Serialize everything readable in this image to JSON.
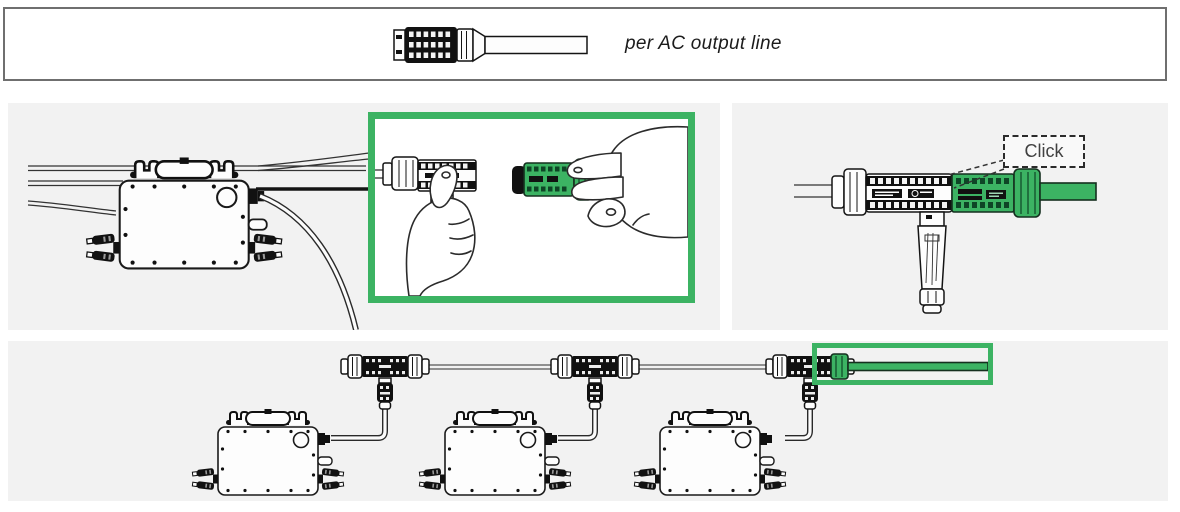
{
  "figure": {
    "type": "installation-manual-diagram",
    "subject": "microinverter AC trunk cable connection steps"
  },
  "colors": {
    "accent_green": "#3cb363",
    "panel_bg": "#f2f2f2",
    "line_art": "#1a1a1a",
    "top_panel_border": "#6f6f6f",
    "label_text": "#1c1c1c",
    "click_text": "#414141"
  },
  "top_panel": {
    "label": "per AC output line",
    "icon": "ac-output-connector-with-cable"
  },
  "steps": {
    "connect": {
      "highlight": "green-frame",
      "illustration": "hands-plugging-green-connector-into-trunk-connector"
    },
    "click": {
      "label": "Click",
      "illustration": "mated-trunk-connector-with-drop-connector"
    },
    "chain": {
      "illustration": "three-microinverters-daisy-chained-on-trunk-cable",
      "highlight": "green-frame-on-trunk-cable-end"
    }
  }
}
